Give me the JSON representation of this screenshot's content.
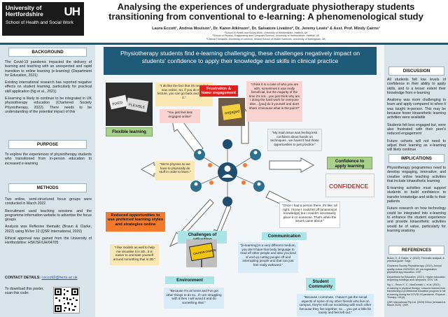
{
  "header": {
    "logo_name": "University of Hertfordshire",
    "logo_mark": "UH",
    "logo_dept": "School of Health and Social Work",
    "title_line1": "Analysing the experiences of undergraduate physiotherapy students",
    "title_line2": "transitioning from conventional to e-learning: A phenomenological study",
    "authors": "Laura Eccott¹, Andrea Moulson¹, Dr. Karen Atkinson¹, Dr. Salvatore Livatino², Dr. Jeremy Lewis³ & Asst. Prof. Mindy Cairns¹",
    "affil1": "¹School of Health and Social Work, University of Hertfordshire, Hatfield, UK",
    "affil2": "²School of Physics, Engineering and Computer Science, University of Hertfordshire, Hatfield, UK",
    "affil3": "³Clinical Therapies, University of Limerick, Ireland School of Health Sciences, University of Nottingham, UK"
  },
  "left": {
    "background_title": "BACKGROUND",
    "background_p1": "The Covid-19 pandemic impacted the delivery of learning and teaching with an unexpected and rapid transition to online learning (e-learning) (Department for Education, 2021)",
    "background_p2": "Existing international research has reported negative effects on student learning, particularly for practical skill application (Ng et al., 2021)",
    "background_p3": "E-learning is likely to continue to be integrated in UK physiotherapy education (Chartered Society Physiotherapy, 2022). There needs to be understanding of the potential impact of this",
    "purpose_title": "PURPOSE",
    "purpose_p1": "To explore the experiences of physiotherapy students who transitioned from in-person education to increased e-learning",
    "methods_title": "METHODS",
    "methods_p1": "Two online, semi-structured focus groups were conducted in March 2022",
    "methods_p2": "Recruitment used teaching sessions and the programme information website to advertise the focus groups",
    "methods_p3": "Analysis was Reflexive thematic (Braun & Clarke, 2022) using NVivo 12 (QSR International, 2020)",
    "methods_p4": "Ethical approval was gained from the University of Hertfordshire: HSK/SF/UH/04705",
    "contact_label": "CONTACT DETAILS:",
    "contact_email": "l.eccott2@herts.ac.uk",
    "download_text": "To download this poster, scan this code:"
  },
  "center": {
    "banner": "Physiotherapy students find e-learning challenging, these challenges negatively impact on students' confidence to apply their knowledge and skills in clinical practice",
    "theme_flexible": "Flexible learning",
    "theme_frustration": "Frustration & lower engagement",
    "theme_confidence": "Confidence to apply learning",
    "theme_reduced": "Reduced opportunities to use preferred learning styles and strategies online",
    "theme_challenges": "Challenges of adjusting",
    "theme_environment": "Environment",
    "theme_communication": "Communication",
    "theme_community": "Student Community",
    "q1": "\"I do like the fact that it's recorded now online. So, if you do miss a lecture, you can go back and listen to it.\"",
    "q2": "\"You just feel less engaged online\"",
    "q3": "\"I think it is a case of who you are with, sometimes it was really beneficial, but the majority of the time it's not....you just think why am I doing the hard work for everyone else....[you] do it yourself and don't share it because what is the point?\"",
    "q4": "\"My main issue was feeling less confident about hands on techniques...we haven't had those opportunities to just practice.\"",
    "q5": "\"We're physios so we have to physically do stuff in order to learn.\"",
    "q6": "\"Once I had a person there, it's like, all right. I know I could let off [anatomical knowledge] but I couldn't necessarily place it on someone. That's when the issues came about.\"",
    "q7": "\"I like models as well to help me visualise it in 3D...it is easier to orientate yourself around something that is 3D.\"",
    "q8": "\"[e-learning] is a very different medium, you don't have that body language to read off other people and also you kind of end up cutting people off and interrupting people and that can just feel really awkward.\"",
    "q9": "\"Because I'm at home and I've got other things to do so...if I am struggling with it then I will avoid it and do something else.\"",
    "q10": "\"Because I commute, I haven't got the social aspects of some of my other friends who live on campus, they're still out socialising with each other because they live together, so ... you get a little bit lonely and feel left out.\"",
    "img_fixed": "FIXED",
    "img_flexible": "FLEXIBLE",
    "img_confidence": "CONFIDENCE",
    "img_engaged": "engaged",
    "img_caution": "CAUTION CHANGE AHEAD"
  },
  "right": {
    "discussion_title": "DISCUSSION",
    "discussion_p1": "All students felt low levels of confidence in their ability to apply skills, and to a lesser extent their knowledge from e-learning",
    "discussion_p2": "Anatomy was more challenging to learn and apply compared to when it was taught in-person. This may be because fewer kinaesthetic learning activities were available",
    "discussion_p3": "Students felt less engaged but, were also frustrated with their peer's reduced engagement",
    "discussion_p4": "Future cohorts will not need to adjust their learning as e-learning will likely continue",
    "implications_title": "IMPLICATIONS",
    "implications_p1": "Physiotherapy programmes need to develop engaging, innovative, and creative online teaching activities that include kinaesthetic learning",
    "implications_p2": "E-learning activities must support students to build confidence to transfer knowledge and skills to their patients",
    "implications_p3": "Future research on how technology could be integrated into e-learning to enhance the student experience and provide kinaesthetic activities would be of value, particularly for learning anatomy",
    "references_title": "REFERENCES",
    "ref1": "Braun, V., & Clarke, V. (2022). Thematic analysis: A practical guide. Sage.",
    "ref2": "Chartered Society Physiotherapy. (2022). Annual quality review 2020/2021 UK pre-registration physiotherapy education. CSP.",
    "ref3": "Department for Education. (2021). Higher education: reopening buildings and campuses. GOV. UK.",
    "ref4": "Ng, L., Seow, K. C., MacDonald, L. et al. (2021). eLearning in physical therapy: Lessons learned from transitioning a professional education program to full eLearning during the COVID-19 pandemic. Physical Therapy, 101(4).",
    "ref5": "QSR International Pty Ltd. (2020) NVivo (released in March 2020). QSR."
  },
  "colors": {
    "accent": "#1f5a78",
    "side_panel": "#d8e3ea",
    "green": "#a9d18e",
    "red": "#e01f1f",
    "orange": "#f47a2b",
    "teal": "#a9e5e6"
  }
}
